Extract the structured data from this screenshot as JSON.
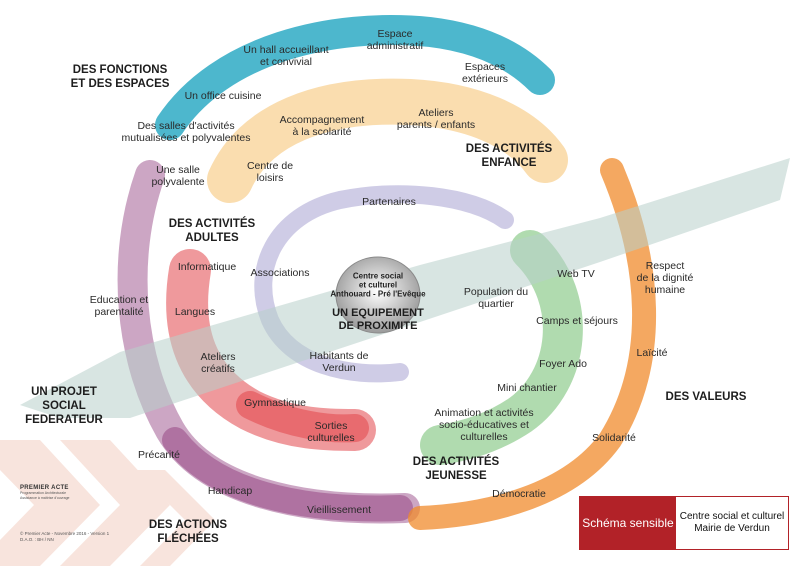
{
  "sections": {
    "fonctions": "DES FONCTIONS\nET DES ESPACES",
    "enfance": "DES ACTIVITÉS\nENFANCE",
    "adultes": "DES ACTIVITÉS\nADULTES",
    "jeunesse": "DES ACTIVITÉS\nJEUNESSE",
    "actions": "DES ACTIONS\nFLÉCHÉES",
    "valeurs": "DES VALEURS",
    "projet": "UN PROJET\nSOCIAL\nFEDERATEUR"
  },
  "center": {
    "name": "Centre social\net culturel\nAnthouard - Pré l'Evêque",
    "title": "UN EQUIPEMENT\nDE PROXIMITE"
  },
  "fonctions_items": {
    "espace_admin": "Espace\nadministratif",
    "hall": "Un hall accueillant\net convivial",
    "espaces_ext": "Espaces\nextérieurs",
    "office": "Un office cuisine",
    "salles": "Des salles d'activités\nmutualisées et polyvalentes",
    "salle_poly": "Une salle\npolyvalente"
  },
  "enfance_items": {
    "accompagnement": "Accompagnement\nà la scolarité",
    "ateliers_pe": "Ateliers\nparents / enfants",
    "loisirs": "Centre de\nloisirs"
  },
  "adultes_items": {
    "informatique": "Informatique",
    "langues": "Langues",
    "ateliers_creatifs": "Ateliers\ncréatifs",
    "gymnastique": "Gymnastique",
    "sorties": "Sorties\nculturelles"
  },
  "inner_items": {
    "partenaires": "Partenaires",
    "associations": "Associations",
    "population": "Population du\nquartier",
    "habitants": "Habitants de\nVerdun"
  },
  "jeunesse_items": {
    "webtv": "Web TV",
    "camps": "Camps et séjours",
    "foyer": "Foyer Ado",
    "chantier": "Mini chantier",
    "animation": "Animation et activités\nsocio-éducatives et\nculturelles"
  },
  "valeurs_items": {
    "respect": "Respect\nde la dignité\nhumaine",
    "laicite": "Laïcité",
    "solidarite": "Solidarité",
    "democratie": "Démocratie"
  },
  "actions_items": {
    "education": "Education et\nparentalité",
    "precarite": "Précarité",
    "handicap": "Handicap",
    "vieillissement": "Vieillissement"
  },
  "legend": {
    "label": "Schéma sensible",
    "text": "Centre social et culturel\nMairie de Verdun"
  },
  "logo": {
    "name": "PREMIER ACTE",
    "sub": "Programmation Architecturale\nAssistance à maîtrise d'ouvrage"
  },
  "credit": "© Premier Acte - Novembre 2016 - Version 1\nD.A.O. : BH / NN",
  "colors": {
    "teal": "#2eaac4",
    "enfance": "#f6c67a",
    "adultes": "#e2454a",
    "jeunesse": "#7cc37a",
    "valeurs": "#f08b2c",
    "actions": "#a25c93",
    "inner": "#a7a2d2",
    "projet": "#b8cfcb",
    "chevrons": "#f6dcd2",
    "brand": "#b22228"
  }
}
